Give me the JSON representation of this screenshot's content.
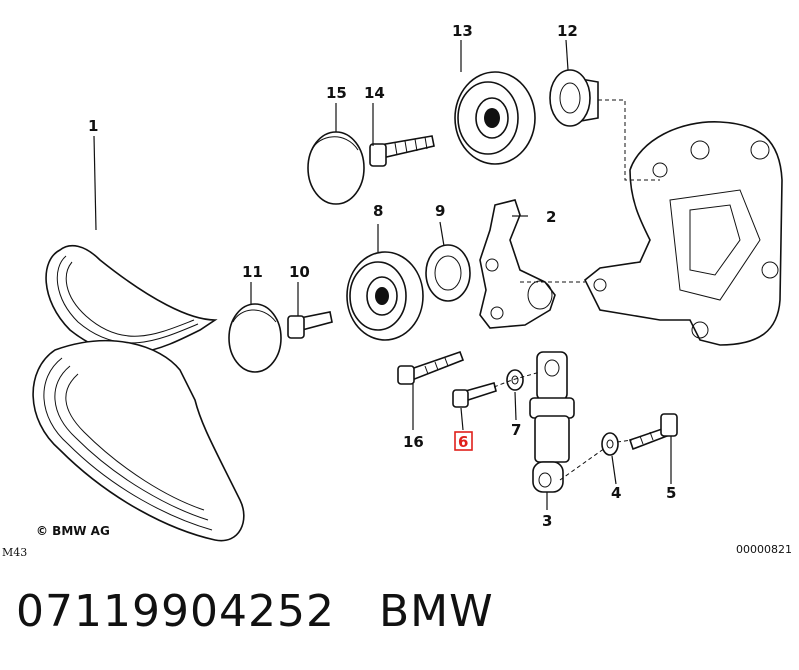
{
  "diagram": {
    "copyright": "© BMW AG",
    "sheet_code": "M43",
    "drawing_number": "00000821",
    "highlighted_callout": "6",
    "callouts": [
      {
        "id": "c1",
        "label": "1"
      },
      {
        "id": "c2",
        "label": "2"
      },
      {
        "id": "c3",
        "label": "3"
      },
      {
        "id": "c4",
        "label": "4"
      },
      {
        "id": "c5",
        "label": "5"
      },
      {
        "id": "c6",
        "label": "6"
      },
      {
        "id": "c7",
        "label": "7"
      },
      {
        "id": "c8",
        "label": "8"
      },
      {
        "id": "c9",
        "label": "9"
      },
      {
        "id": "c10",
        "label": "10"
      },
      {
        "id": "c11",
        "label": "11"
      },
      {
        "id": "c12",
        "label": "12"
      },
      {
        "id": "c13",
        "label": "13"
      },
      {
        "id": "c14",
        "label": "14"
      },
      {
        "id": "c15",
        "label": "15"
      },
      {
        "id": "c16",
        "label": "16"
      }
    ]
  },
  "caption": {
    "part_number": "07119904252",
    "brand": "BMW"
  },
  "colors": {
    "highlight": "#e0201b",
    "ink": "#111111",
    "background": "#ffffff"
  }
}
